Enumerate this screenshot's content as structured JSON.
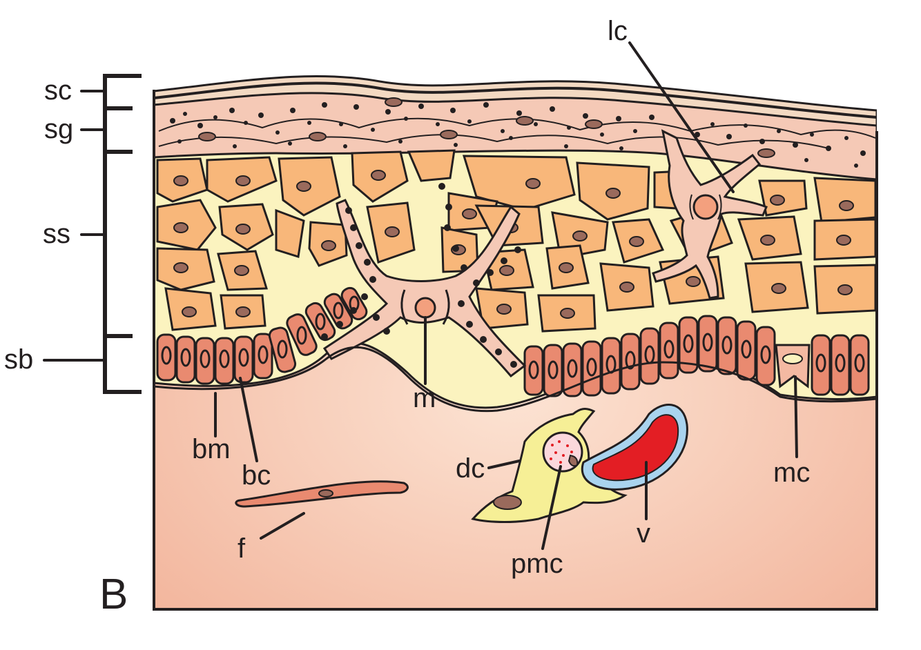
{
  "panel_label": "B",
  "layer_labels": {
    "sc": "sc",
    "sg": "sg",
    "ss": "ss",
    "sb": "sb"
  },
  "structure_labels": {
    "lc": "lc",
    "m": "m",
    "bm": "bm",
    "bc": "bc",
    "f": "f",
    "dc": "dc",
    "pmc": "pmc",
    "v": "v",
    "mc": "mc"
  },
  "colors": {
    "dermis": "#f4b9a2",
    "dermis_light": "#fbd8c6",
    "spinous_cell": "#f8b77a",
    "intercellular": "#fbf3bf",
    "basal_cell": "#e98a70",
    "granular": "#f5c9b6",
    "corneum": "#f3d9c2",
    "vessel_blood": "#e31e24",
    "vessel_wall": "#a9d3ee",
    "dendritic_cell": "#f6ef96",
    "nucleus": "#9a6a5c",
    "outline": "#231f20"
  }
}
